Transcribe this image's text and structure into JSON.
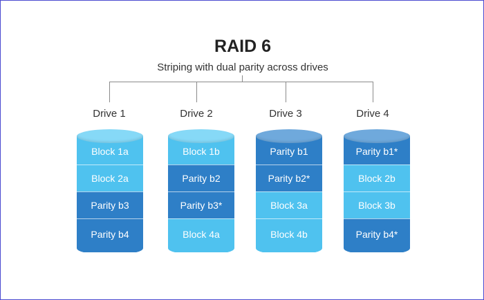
{
  "diagram": {
    "title": "RAID 6",
    "subtitle": "Striping with dual parity across drives"
  },
  "colors": {
    "data_block": "#4fc2ef",
    "data_block_top": "#86d9f7",
    "parity_block": "#2e7fc7",
    "parity_block_top": "#6fa9dc",
    "connector": "#8a8a8a",
    "segment_text": "#ffffff"
  },
  "drives": [
    {
      "label": "Drive 1",
      "blocks": [
        {
          "text": "Block 1a",
          "kind": "data"
        },
        {
          "text": "Block 2a",
          "kind": "data"
        },
        {
          "text": "Parity b3",
          "kind": "parity"
        },
        {
          "text": "Parity b4",
          "kind": "parity"
        }
      ]
    },
    {
      "label": "Drive 2",
      "blocks": [
        {
          "text": "Block 1b",
          "kind": "data"
        },
        {
          "text": "Parity b2",
          "kind": "parity"
        },
        {
          "text": "Parity b3*",
          "kind": "parity"
        },
        {
          "text": "Block 4a",
          "kind": "data"
        }
      ]
    },
    {
      "label": "Drive 3",
      "blocks": [
        {
          "text": "Parity b1",
          "kind": "parity"
        },
        {
          "text": "Parity b2*",
          "kind": "parity"
        },
        {
          "text": "Block 3a",
          "kind": "data"
        },
        {
          "text": "Block 4b",
          "kind": "data"
        }
      ]
    },
    {
      "label": "Drive 4",
      "blocks": [
        {
          "text": "Parity b1*",
          "kind": "parity"
        },
        {
          "text": "Block 2b",
          "kind": "data"
        },
        {
          "text": "Block 3b",
          "kind": "data"
        },
        {
          "text": "Parity b4*",
          "kind": "parity"
        }
      ]
    }
  ]
}
